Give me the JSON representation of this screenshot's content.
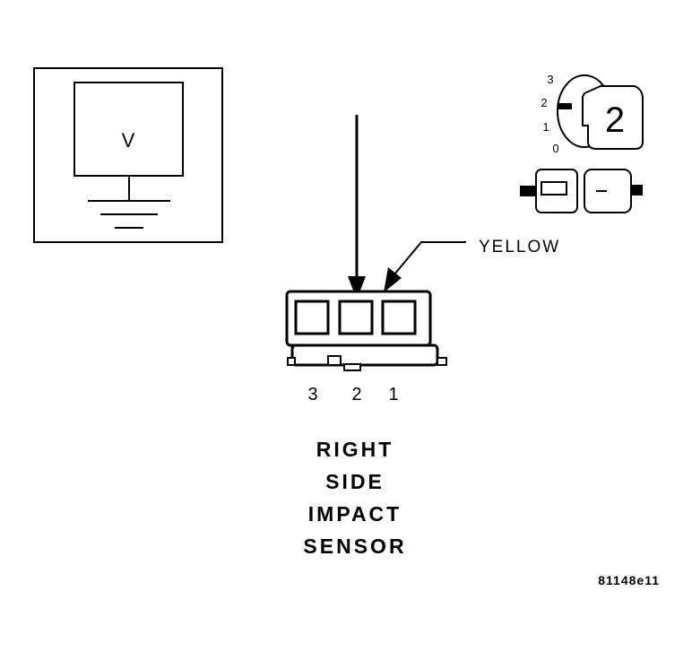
{
  "meter": {
    "symbol": "V"
  },
  "ignition": {
    "positions": [
      "3",
      "2",
      "1",
      "0"
    ],
    "key_position": "2"
  },
  "wire": {
    "color_label": "YELLOW"
  },
  "connector": {
    "pin_numbers": [
      "3",
      "2",
      "1"
    ]
  },
  "component": {
    "lines": [
      "RIGHT",
      "SIDE",
      "IMPACT",
      "SENSOR"
    ]
  },
  "figure_id": "81148e11"
}
